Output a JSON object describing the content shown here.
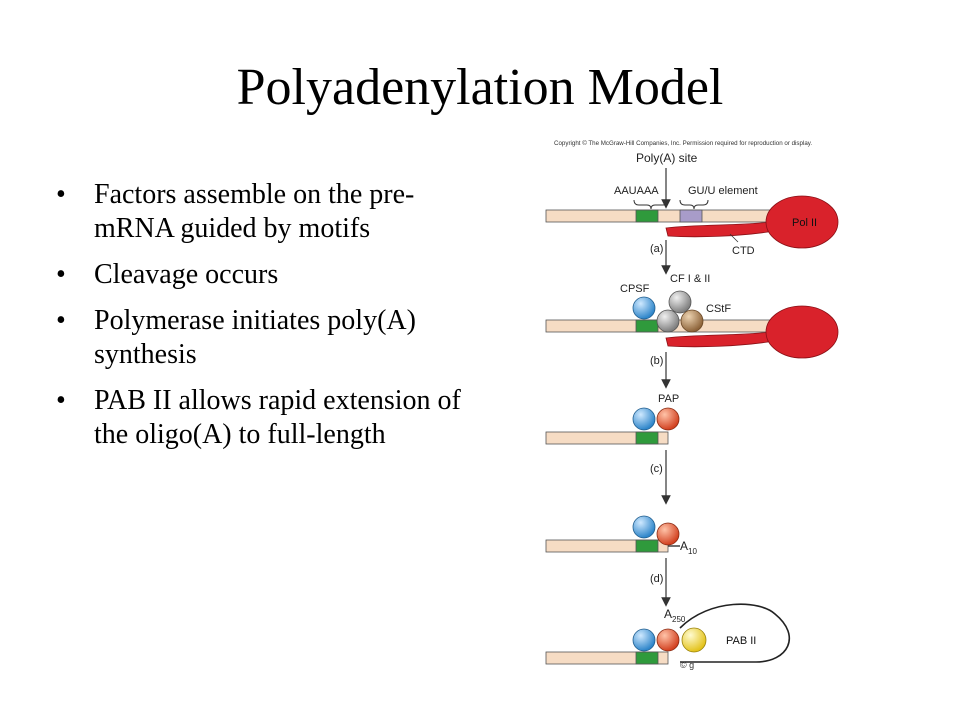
{
  "slide": {
    "title": "Polyadenylation Model",
    "bullets": [
      {
        "text": "Factors assemble on the pre-mRNA guided by motifs"
      },
      {
        "text": "Cleavage occurs"
      },
      {
        "text": "Polymerase initiates poly(A) synthesis"
      },
      {
        "text": "PAB II allows rapid extension of the oligo(A) to full-length"
      }
    ],
    "bullet_glyph": "•"
  },
  "figure": {
    "copyright": "Copyright © The McGraw-Hill Companies, Inc. Permission required for reproduction or display.",
    "polya_site": "Poly(A) site",
    "aauaaa": "AAUAAA",
    "gu_element": "GU/U element",
    "pol_ii": "Pol II",
    "ctd": "CTD",
    "steps": [
      "(a)",
      "(b)",
      "(c)",
      "(d)"
    ],
    "cpsf": "CPSF",
    "cf": "CF I & II",
    "cstf": "CStF",
    "pap": "PAP",
    "a10": "A",
    "a10_sub": "10",
    "a250": "A",
    "a250_sub": "250",
    "pab": "PAB II",
    "credit": "© g",
    "colors": {
      "rna": "#f6dcc4",
      "aauaaa": "#2f9a3c",
      "gu": "#a89cc9",
      "pol": "#d9222b",
      "cpsf": "#3f9ad8",
      "cf": "#a3a3a3",
      "cstf": "#a9835a",
      "pap": "#e0593a",
      "pab": "#f0d43a"
    }
  }
}
